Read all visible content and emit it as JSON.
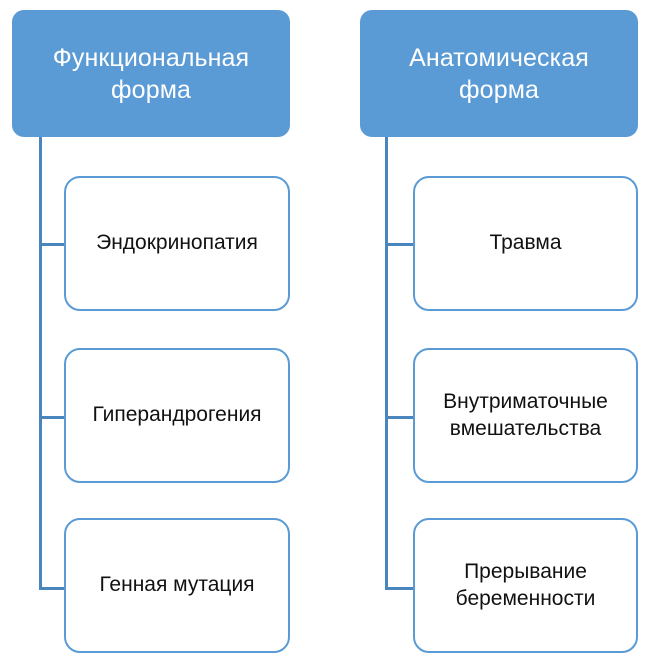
{
  "diagram": {
    "title_left": "Функциональная форма",
    "title_right": "Анатомическая форма",
    "accent_color": "#5B9BD5",
    "connector_color": "#4A86BE",
    "leaf_text_color": "#111111",
    "root_text_color": "#FFFFFF",
    "background_color": "#FFFFFF"
  },
  "branches": [
    {
      "id": "functional",
      "root_label": "Функциональная форма",
      "children": [
        {
          "label": "Эндокринопатия"
        },
        {
          "label": "Гиперандрогения"
        },
        {
          "label": "Генная мутация"
        }
      ]
    },
    {
      "id": "anatomical",
      "root_label": "Анатомическая форма",
      "children": [
        {
          "label": "Травма"
        },
        {
          "label": "Внутриматочные вмешательства"
        },
        {
          "label": "Прерывание беременности"
        }
      ]
    }
  ]
}
